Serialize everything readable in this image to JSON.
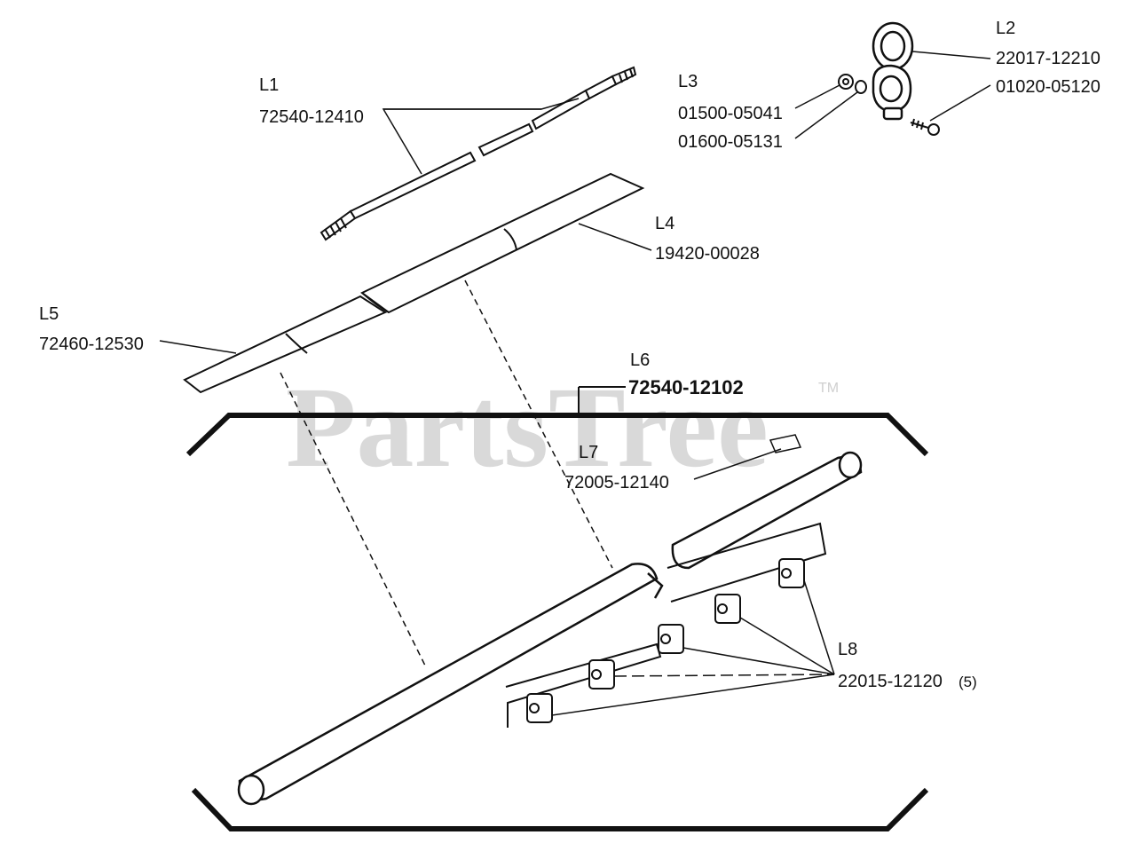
{
  "watermark": {
    "text": "PartsTree",
    "tm": "TM"
  },
  "parts": [
    {
      "ref": "L1",
      "part_no": "72540-12410"
    },
    {
      "ref": "L2",
      "part_no": "22017-12210"
    },
    {
      "ref": "L3",
      "part_no": "01500-05041"
    },
    {
      "ref": "L4",
      "part_no": "19420-00028"
    },
    {
      "ref": "L5",
      "part_no": "72460-12530"
    },
    {
      "ref": "L6",
      "part_no": "72540-12102"
    },
    {
      "ref": "L7",
      "part_no": "72005-12140"
    },
    {
      "ref": "L8",
      "part_no": "22015-12120",
      "qty": "(5)"
    }
  ],
  "extra_part_numbers": [
    "01600-05131",
    "01020-05120"
  ]
}
